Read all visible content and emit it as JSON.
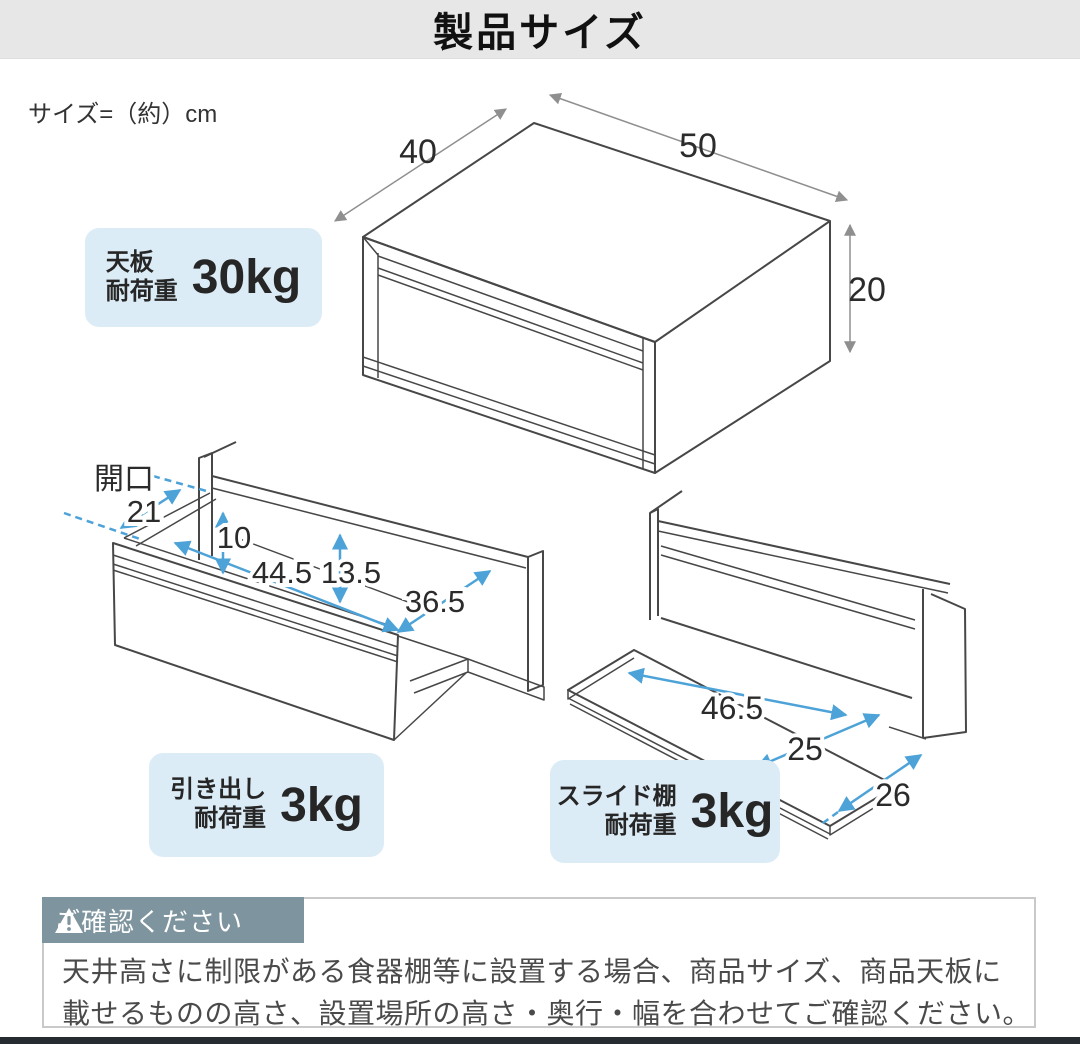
{
  "page_title": "製品サイズ",
  "size_note": "サイズ=（約）cm",
  "cabinet": {
    "depth": "40",
    "width": "50",
    "height": "20"
  },
  "drawer": {
    "opening_label": "開口",
    "opening_height": "21",
    "inner_height_front": "10",
    "inner_width": "44.5",
    "inner_height": "13.5",
    "inner_depth": "36.5"
  },
  "slide_shelf": {
    "width": "46.5",
    "usable_depth": "25",
    "shelf_depth": "26"
  },
  "load_badges": {
    "top_panel": {
      "label_line1": "天板",
      "label_line2": "耐荷重",
      "value": "30kg"
    },
    "drawer": {
      "label_line1": "引き出し",
      "label_line2": "耐荷重",
      "value": "3kg"
    },
    "slide_shelf": {
      "label_line1": "スライド棚",
      "label_line2": "耐荷重",
      "value": "3kg"
    }
  },
  "notice": {
    "title": "ご確認ください",
    "line1": "天井高さに制限がある食器棚等に設置する場合、商品サイズ、商品天板に",
    "line2": "載せるものの高さ、設置場所の高さ・奥行・幅を合わせてご確認ください。"
  },
  "colors": {
    "accent_blue": "#4da3d8",
    "line_gray": "#474747",
    "badge_bg": "#dcecf6",
    "notice_header_bg": "#7e949e",
    "band_bg": "#e7e7e7"
  }
}
